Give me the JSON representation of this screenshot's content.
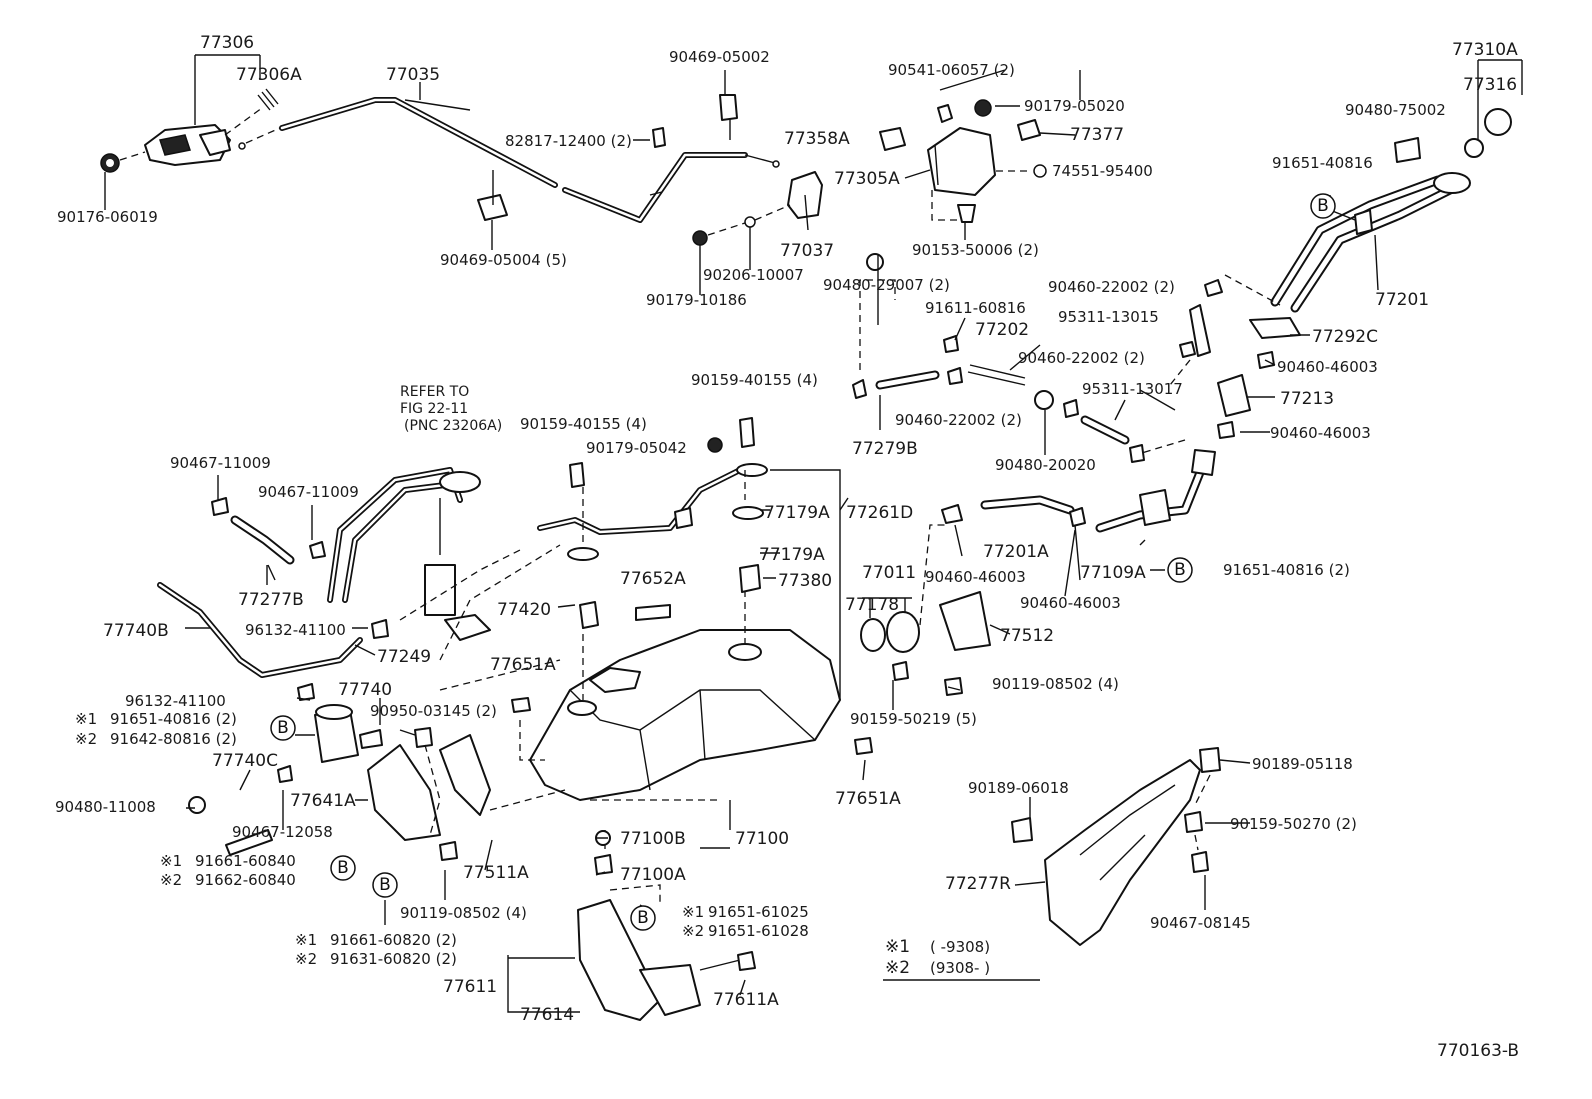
{
  "figure_id": "770163-B",
  "reference": {
    "line1": "REFER TO",
    "line2": "FIG 22-11",
    "line3": "(PNC 23206A)"
  },
  "legend": {
    "row1_mark": "※1",
    "row1_text": "(      -9308)",
    "row2_mark": "※2",
    "row2_text": "(9308-       )"
  },
  "callout_letter": "B",
  "labels": {
    "p77306": "77306",
    "p77306A": "77306A",
    "p77035": "77035",
    "p90176_06019": "90176-06019",
    "p90469_05002": "90469-05002",
    "p82817_12400": "82817-12400 (2)",
    "p90469_05004": "90469-05004 (5)",
    "p90541_06057": "90541-06057 (2)",
    "p90179_05020": "90179-05020",
    "p77358A": "77358A",
    "p77377": "77377",
    "p77305A": "77305A",
    "p74551_95400": "74551-95400",
    "p90153_50006": "90153-50006 (2)",
    "p77037": "77037",
    "p90206_10007": "90206-10007",
    "p90179_10186": "90179-10186",
    "p77310A": "77310A",
    "p77316": "77316",
    "p90480_75002": "90480-75002",
    "p91651_40816": "91651-40816",
    "p77201": "77201",
    "p90460_22002_a": "90460-22002 (2)",
    "p95311_13015": "95311-13015",
    "p77292C": "77292C",
    "p90460_46003_a": "90460-46003",
    "p77213": "77213",
    "p90460_46003_b": "90460-46003",
    "p90480_29007": "90480-29007 (2)",
    "p91611_60816": "91611-60816",
    "p77202": "77202",
    "p90460_22002_b": "90460-22002 (2)",
    "p95311_13017": "95311-13017",
    "p90460_22002_c": "90460-22002 (2)",
    "p77279B": "77279B",
    "p90480_20020": "90480-20020",
    "p90159_40155_a": "90159-40155 (4)",
    "p90159_40155_b": "90159-40155 (4)",
    "p90179_05042": "90179-05042",
    "p90467_11009_a": "90467-11009",
    "p90467_11009_b": "90467-11009",
    "p77179A_a": "77179A",
    "p77261D": "77261D",
    "p77179A_b": "77179A",
    "p77201A": "77201A",
    "p90460_46003_c": "90460-46003",
    "p77109A": "77109A",
    "p91651_40816_2": "91651-40816 (2)",
    "p90460_46003_d": "90460-46003",
    "p77277B": "77277B",
    "p77652A": "77652A",
    "p77380": "77380",
    "p77011": "77011",
    "p77420": "77420",
    "p77178": "77178",
    "p96132_41100_a": "96132-41100",
    "p77512": "77512",
    "p77740B": "77740B",
    "p77249": "77249",
    "p77651A_a": "77651A",
    "p90119_08502_a": "90119-08502 (4)",
    "p96132_41100_b": "96132-41100",
    "p77740": "77740",
    "p90950_03145": "90950-03145 (2)",
    "p90159_50219": "90159-50219 (5)",
    "p91651_40816_m": "91651-40816 (2)",
    "p91642_80816": "91642-80816 (2)",
    "p77740C": "77740C",
    "p90480_11008": "90480-11008",
    "p77641A": "77641A",
    "p77651A_b": "77651A",
    "p90467_12058": "90467-12058",
    "p77100B": "77100B",
    "p77100": "77100",
    "p90189_05118": "90189-05118",
    "p90189_06018": "90189-06018",
    "p90159_50270": "90159-50270 (2)",
    "p91661_60840": "91661-60840",
    "p91662_60840": "91662-60840",
    "p77511A": "77511A",
    "p77100A": "77100A",
    "p77277R": "77277R",
    "p90119_08502_b": "90119-08502 (4)",
    "p91661_60820": "91661-60820 (2)",
    "p91631_60820": "91631-60820 (2)",
    "p91651_61025": "91651-61025",
    "p91651_61028": "91651-61028",
    "p90467_08145": "90467-08145",
    "p77611": "77611",
    "p77611A": "77611A",
    "p77614": "77614",
    "mark1": "※1",
    "mark2": "※2"
  }
}
